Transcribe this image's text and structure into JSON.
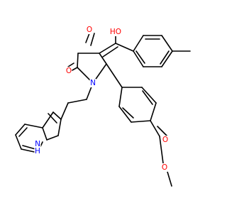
{
  "colors": {
    "bond": "#000000",
    "oxygen": "#ff0000",
    "nitrogen": "#0000ff",
    "background": "#ffffff"
  },
  "atoms": [
    {
      "id": "O_hydroxyl",
      "label": "HO",
      "element": "O"
    },
    {
      "id": "O_ketone",
      "label": "O",
      "element": "O"
    },
    {
      "id": "O_lactam",
      "label": "O",
      "element": "O"
    },
    {
      "id": "N_ring",
      "label": "N",
      "element": "N"
    },
    {
      "id": "N_indole",
      "label": "N",
      "element": "N"
    },
    {
      "id": "H_indole",
      "label": "H",
      "element": "N"
    },
    {
      "id": "O_ester_carbonyl",
      "label": "O",
      "element": "O"
    },
    {
      "id": "O_ester_ether",
      "label": "O",
      "element": "O"
    }
  ]
}
